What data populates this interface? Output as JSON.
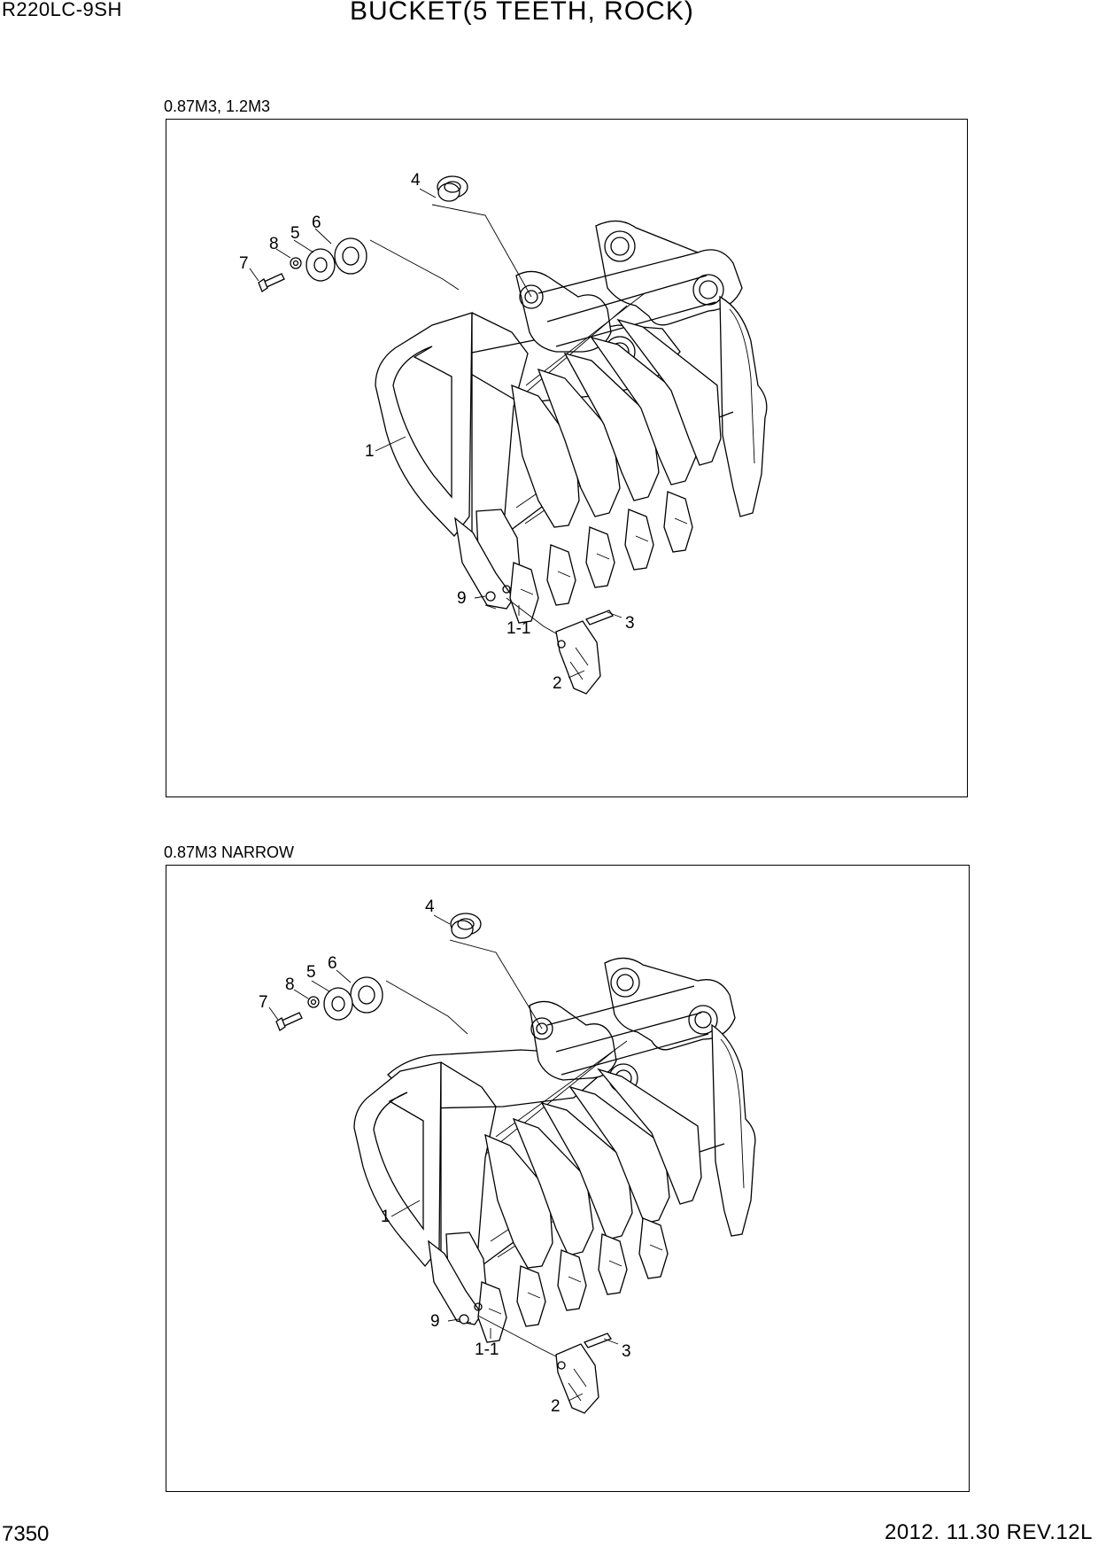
{
  "header": {
    "model": "R220LC-9SH",
    "title": "BUCKET(5 TEETH, ROCK)"
  },
  "panels": [
    {
      "label": "0.87M3, 1.2M3",
      "callouts": [
        "1",
        "1-1",
        "2",
        "3",
        "4",
        "5",
        "6",
        "7",
        "8",
        "9"
      ]
    },
    {
      "label": "0.87M3 NARROW",
      "callouts": [
        "1",
        "1-1",
        "2",
        "3",
        "4",
        "5",
        "6",
        "7",
        "8",
        "9"
      ]
    }
  ],
  "footer": {
    "page": "7350",
    "date_rev": "2012. 11.30  REV.12L"
  }
}
